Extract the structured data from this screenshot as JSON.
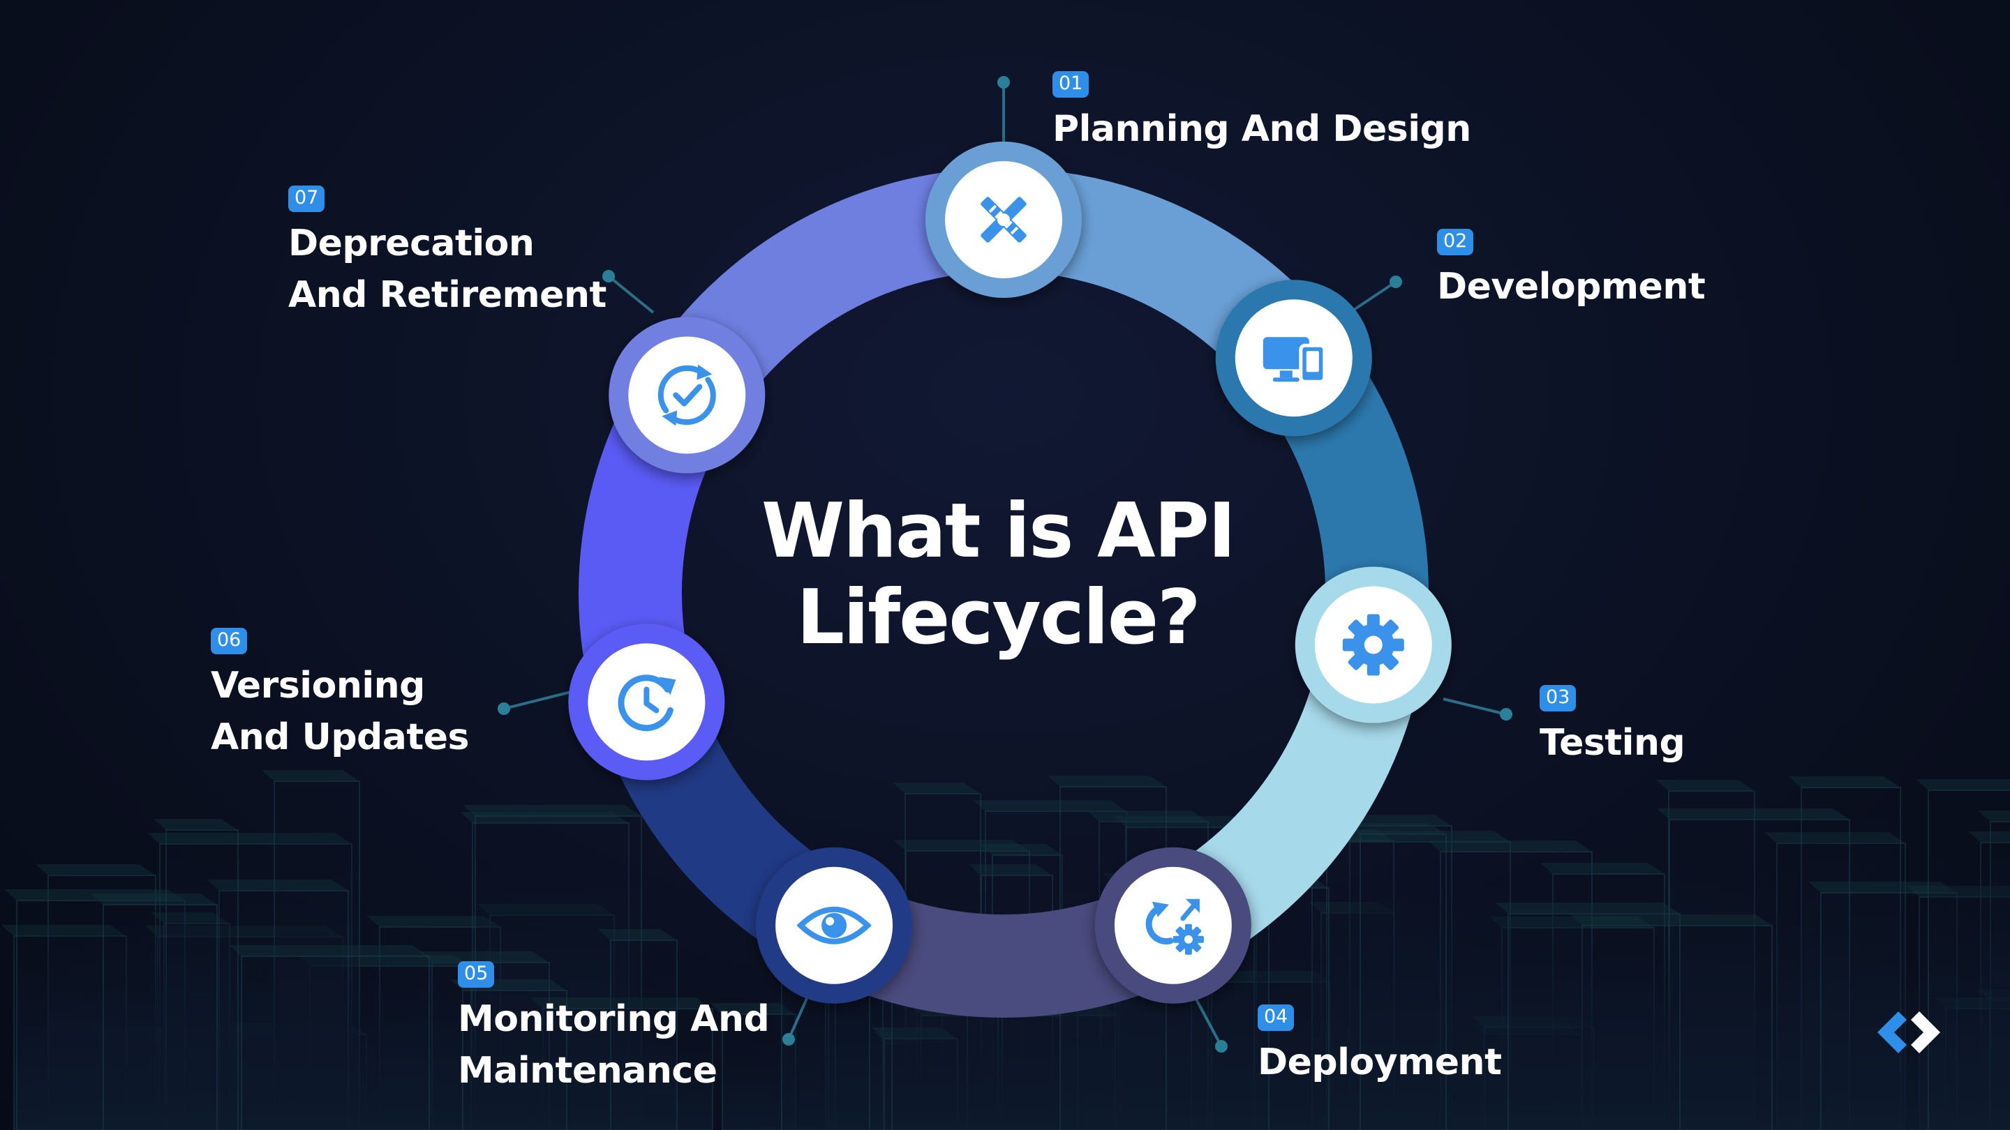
{
  "title": {
    "line1": "What is API",
    "line2": "Lifecycle?"
  },
  "steps": [
    {
      "number": "01",
      "label_lines": [
        "Planning And Design"
      ],
      "icon": "pencil-ruler-icon",
      "color": "#6a9fd6"
    },
    {
      "number": "02",
      "label_lines": [
        "Development"
      ],
      "icon": "devices-icon",
      "color": "#2c78ad"
    },
    {
      "number": "03",
      "label_lines": [
        "Testing"
      ],
      "icon": "gear-icon",
      "color": "#a6d9ea"
    },
    {
      "number": "04",
      "label_lines": [
        "Deployment"
      ],
      "icon": "deploy-refresh-gear-icon",
      "color": "#4a4b7e"
    },
    {
      "number": "05",
      "label_lines": [
        "Monitoring And",
        "Maintenance"
      ],
      "icon": "eye-icon",
      "color": "#213a86"
    },
    {
      "number": "06",
      "label_lines": [
        "Versioning",
        "And Updates"
      ],
      "icon": "clock-refresh-icon",
      "color": "#5a5bf5"
    },
    {
      "number": "07",
      "label_lines": [
        "Deprecation",
        "And Retirement"
      ],
      "icon": "check-cycle-icon",
      "color": "#6f7fe0"
    }
  ],
  "colors": {
    "accent": "#2f8fe8",
    "background": "#0b1122",
    "icon": "#3a92ea"
  },
  "logo": "brand-logo"
}
